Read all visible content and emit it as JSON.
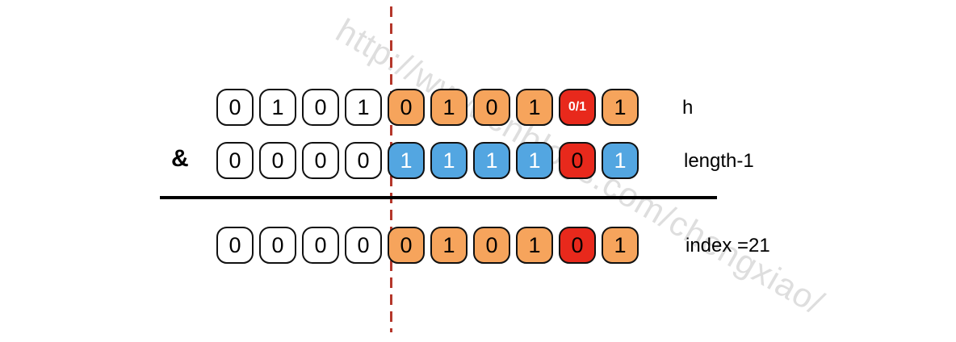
{
  "watermark": "http://www.cnblogs.com/chengxiao/",
  "operator": "&",
  "rows": [
    {
      "label": "h",
      "cells": [
        {
          "value": "0",
          "type": "plain"
        },
        {
          "value": "1",
          "type": "plain"
        },
        {
          "value": "0",
          "type": "plain"
        },
        {
          "value": "1",
          "type": "plain"
        },
        {
          "value": "0",
          "type": "orange"
        },
        {
          "value": "1",
          "type": "orange"
        },
        {
          "value": "0",
          "type": "orange"
        },
        {
          "value": "1",
          "type": "orange"
        },
        {
          "value": "0/1",
          "type": "red-mixed"
        },
        {
          "value": "1",
          "type": "orange"
        }
      ]
    },
    {
      "label": "length-1",
      "cells": [
        {
          "value": "0",
          "type": "plain"
        },
        {
          "value": "0",
          "type": "plain"
        },
        {
          "value": "0",
          "type": "plain"
        },
        {
          "value": "0",
          "type": "plain"
        },
        {
          "value": "1",
          "type": "blue"
        },
        {
          "value": "1",
          "type": "blue"
        },
        {
          "value": "1",
          "type": "blue"
        },
        {
          "value": "1",
          "type": "blue"
        },
        {
          "value": "0",
          "type": "red"
        },
        {
          "value": "1",
          "type": "blue"
        }
      ]
    },
    {
      "label": "index =21",
      "cells": [
        {
          "value": "0",
          "type": "plain"
        },
        {
          "value": "0",
          "type": "plain"
        },
        {
          "value": "0",
          "type": "plain"
        },
        {
          "value": "0",
          "type": "plain"
        },
        {
          "value": "0",
          "type": "orange"
        },
        {
          "value": "1",
          "type": "orange"
        },
        {
          "value": "0",
          "type": "orange"
        },
        {
          "value": "1",
          "type": "orange"
        },
        {
          "value": "0",
          "type": "red"
        },
        {
          "value": "1",
          "type": "orange"
        }
      ]
    }
  ],
  "colors": {
    "orange": "#F6A45C",
    "blue": "#53A6E1",
    "red": "#E8291C",
    "dashed_line": "#B5372B",
    "watermark": "#DEDEDE"
  }
}
